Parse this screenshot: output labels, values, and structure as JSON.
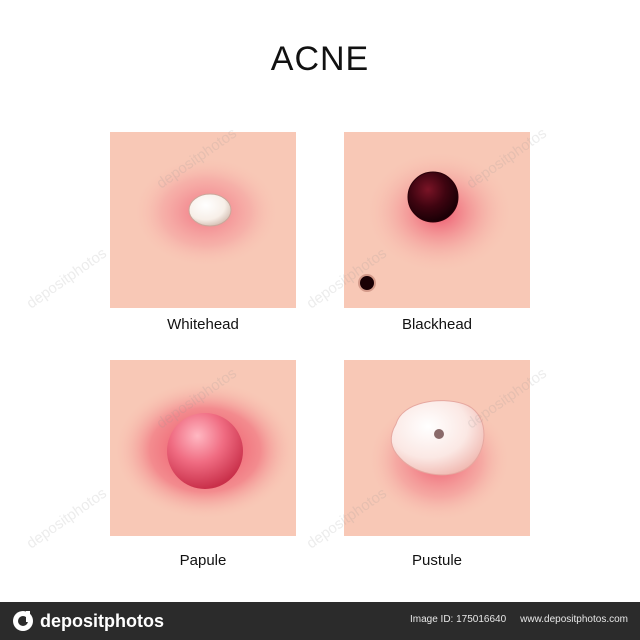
{
  "title": "ACNE",
  "panels": [
    {
      "id": "whitehead",
      "label": "Whitehead"
    },
    {
      "id": "blackhead",
      "label": "Blackhead"
    },
    {
      "id": "papule",
      "label": "Papule"
    },
    {
      "id": "pustule",
      "label": "Pustule"
    }
  ],
  "colors": {
    "skin": "#f8c8b6",
    "inflammation": "#ee4b66",
    "blackhead": "#5a0a1a",
    "footer": "#2b2b2b"
  },
  "watermark": "depositphotos",
  "footer": {
    "logo_text": "depositphotos",
    "image_id": "Image ID: 175016640",
    "site": "www.depositphotos.com"
  }
}
